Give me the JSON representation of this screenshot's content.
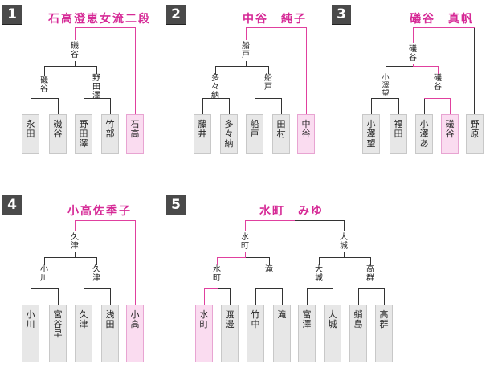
{
  "brackets": [
    {
      "number": "1",
      "champion": "石高澄恵女流二段",
      "final_winner": "磯谷",
      "semi_winners": [
        "磯谷",
        "野田澤"
      ],
      "players": [
        "永田",
        "磯谷",
        "野田澤",
        "竹部",
        "石高"
      ]
    },
    {
      "number": "2",
      "champion": "中谷　純子",
      "final_winner": "船戸",
      "semi_winners": [
        "多々納",
        "船戸"
      ],
      "players": [
        "藤井",
        "多々納",
        "船戸",
        "田村",
        "中谷"
      ]
    },
    {
      "number": "3",
      "champion": "礒谷　真帆",
      "final_winner": "礒谷",
      "semi_winners": [
        "小澤望",
        "礒谷"
      ],
      "players": [
        "小澤望",
        "福田",
        "小澤あ",
        "礒谷",
        "野原"
      ]
    },
    {
      "number": "4",
      "champion": "小高佐季子",
      "final_winner": "久津",
      "semi_winners": [
        "小川",
        "久津"
      ],
      "players": [
        "小川",
        "宮谷早",
        "久津",
        "浅田",
        "小高"
      ]
    },
    {
      "number": "5",
      "champion": "水町　みゆ",
      "final_winner_left": "水町",
      "final_winner_right": "大城",
      "semi_winners": [
        "水町",
        "滝",
        "大城",
        "高群"
      ],
      "players": [
        "水町",
        "渡邊",
        "竹中",
        "滝",
        "富澤",
        "大城",
        "蛸島",
        "高群"
      ]
    }
  ],
  "colors": {
    "winner": "#d62a96",
    "badge": "#4a4a4a",
    "box": "#e7e7e7",
    "box_winner": "#fadcf0"
  }
}
